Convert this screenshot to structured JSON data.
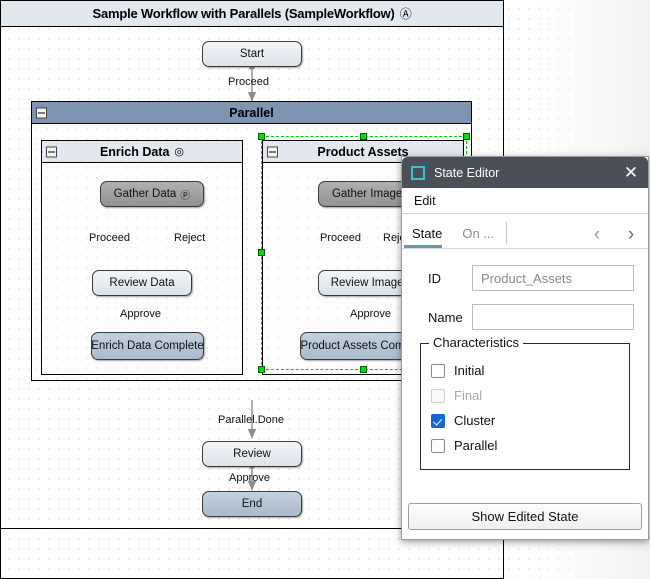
{
  "diagram": {
    "title": "Sample Workflow with Parallels (SampleWorkflow)",
    "title_symbol": "Ⓐ",
    "nodes": {
      "start": "Start",
      "review": "Review",
      "end": "End",
      "parallel_header": "Parallel",
      "enrich_header": "Enrich Data",
      "enrich_header_symbol": "◎",
      "gather_data": "Gather Data",
      "gather_data_symbol": "Ⓟ",
      "review_data": "Review Data",
      "enrich_complete": "Enrich Data Complete",
      "product_header": "Product Assets",
      "gather_images": "Gather Images",
      "review_images": "Review Images",
      "product_complete": "Product Assets Complete"
    },
    "edges": {
      "start_to_parallel": "Proceed",
      "enrich_proceed": "Proceed",
      "enrich_reject": "Reject",
      "enrich_approve": "Approve",
      "product_proceed": "Proceed",
      "product_reject": "Reject",
      "product_approve": "Approve",
      "parallel_done": "Parallel.Done",
      "review_approve": "Approve"
    },
    "collapse_glyph": "−"
  },
  "dialog": {
    "title": "State Editor",
    "icon": "state-square-icon",
    "close_glyph": "✕",
    "menu": [
      "Edit"
    ],
    "tabs": [
      {
        "label": "State",
        "active": true
      },
      {
        "label": "On ...",
        "active": false
      }
    ],
    "nav": {
      "prev": "‹",
      "next": "›"
    },
    "fields": [
      {
        "label": "ID",
        "value": "Product_Assets",
        "placeholder": ""
      },
      {
        "label": "Name",
        "value": "",
        "placeholder": ""
      }
    ],
    "characteristics": {
      "legend": "Characteristics",
      "items": [
        {
          "label": "Initial",
          "checked": false,
          "disabled": false
        },
        {
          "label": "Final",
          "checked": false,
          "disabled": true
        },
        {
          "label": "Cluster",
          "checked": true,
          "disabled": false
        },
        {
          "label": "Parallel",
          "checked": false,
          "disabled": false
        }
      ]
    },
    "footer_button": "Show Edited State"
  },
  "colors": {
    "accent": "#3fc1cf",
    "titlebar": "#4a5058",
    "checked": "#1366d6",
    "selection": "#00cc00",
    "parallel_header": "#7d94b2",
    "tab_underline": "#6d99a6"
  }
}
